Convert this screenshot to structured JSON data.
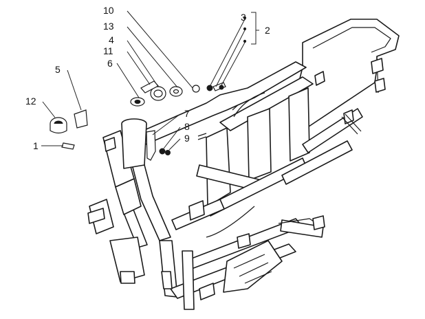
{
  "callouts": {
    "c10": "10",
    "c13": "13",
    "c4": "4",
    "c11": "11",
    "c6": "6",
    "c5": "5",
    "c12": "12",
    "c1": "1",
    "c3": "3",
    "c2": "2",
    "c7": "7",
    "c8": "8",
    "c9": "9"
  }
}
